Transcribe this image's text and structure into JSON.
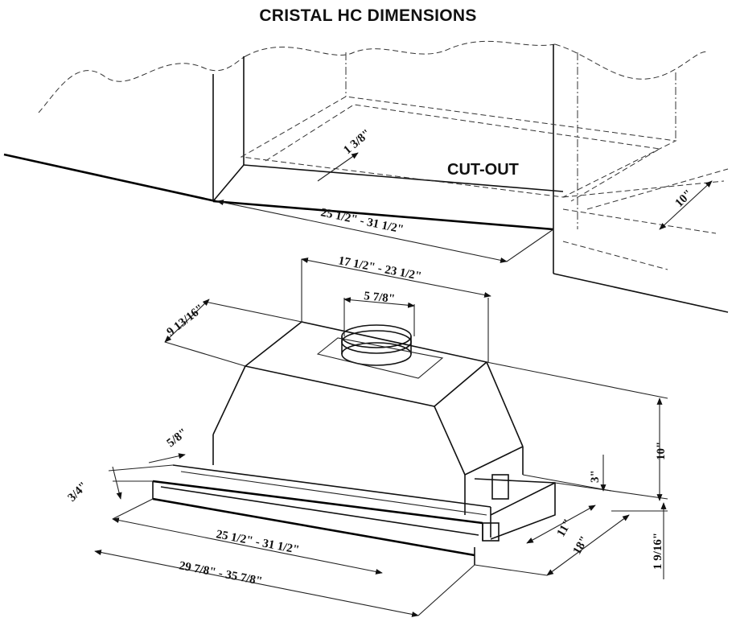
{
  "title": "CRISTAL HC DIMENSIONS",
  "cutout_label": "CUT-OUT",
  "dimensions": {
    "cutout_inset": "1 3/8\"",
    "cutout_width": "25 1/2\" - 31 1/2\"",
    "cutout_depth": "10\"",
    "body_width": "17 1/2\" - 23 1/2\"",
    "duct_diameter": "5 7/8\"",
    "body_depth": "9 13/16\"",
    "visor_offset": "5/8\"",
    "front_offset": "3/4\"",
    "body_height": "10\"",
    "side_height": "3\"",
    "side_depth_a": "11\"",
    "side_depth_b": "18\"",
    "bottom_height": "1 9/16\"",
    "front_width": "25 1/2\" - 31 1/2\"",
    "overall_width": "29  7/8\"  -  35  7/8\""
  }
}
